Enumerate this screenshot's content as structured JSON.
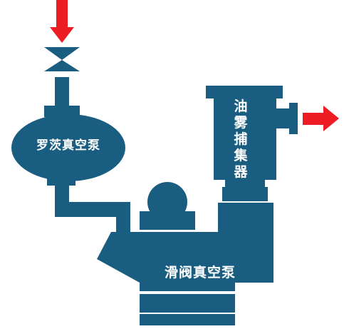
{
  "colors": {
    "equipment": "#195E80",
    "arrow": "#EE1C24",
    "label": "#FFFFFF",
    "background": "#FFFFFF"
  },
  "labels": {
    "roots_pump": "罗茨真空泵",
    "slide_valve_pump": "滑阀真空泵",
    "oil_mist_trap": "油雾捕集器"
  },
  "icons": {
    "inlet_arrow": "arrow-down-icon",
    "outlet_arrow": "arrow-right-icon",
    "valve": "valve-icon"
  }
}
